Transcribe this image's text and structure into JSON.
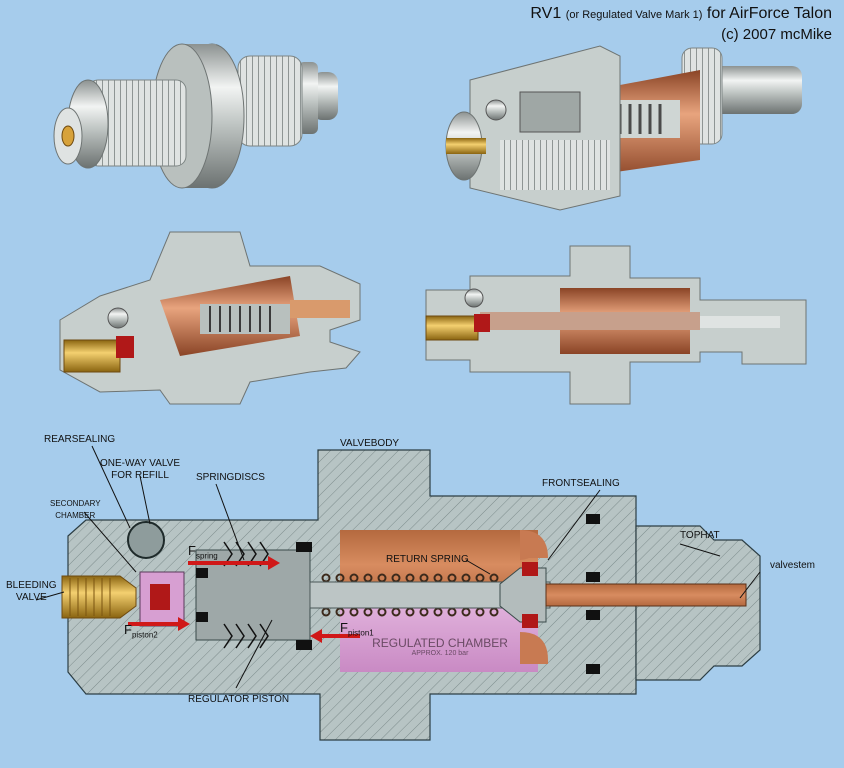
{
  "header": {
    "title_main": "RV1",
    "title_paren": "(or Regulated Valve Mark 1)",
    "title_suffix": "for AirForce Talon",
    "copyright": "(c) 2007 mcMike"
  },
  "labels": {
    "rearsealing": "REARSEALING",
    "one_way_valve_1": "ONE-WAY VALVE",
    "one_way_valve_2": "FOR REFILL",
    "secondary_chamber_1": "SECONDARY",
    "secondary_chamber_2": "CHAMBER",
    "bleeding_valve_1": "BLEEDING",
    "bleeding_valve_2": "VALVE",
    "springdiscs": "SPRINGDISCS",
    "valvebody": "VALVEBODY",
    "frontsealing": "FRONTSEALING",
    "return_spring": "RETURN SPRING",
    "tophat": "TOPHAT",
    "valvestem": "valvestem",
    "regulated_chamber": "REGULATED CHAMBER",
    "regulated_chamber_note": "APPROX. 120 bar",
    "regulator_piston": "REGULATOR PISTON"
  },
  "forces": {
    "f_spring_main": "F",
    "f_spring_sub": "spring",
    "f_piston2_main": "F",
    "f_piston2_sub": "piston2",
    "f_piston1_main": "F",
    "f_piston1_sub": "piston1"
  },
  "colors": {
    "background": "#a6ccec",
    "steel": "#c9d0ce",
    "copper": "#c87a52",
    "brass": "#d6a838",
    "regulated_chamber": "#d79fd2",
    "sealing": "#b01818",
    "force_arrow": "#d01818"
  }
}
